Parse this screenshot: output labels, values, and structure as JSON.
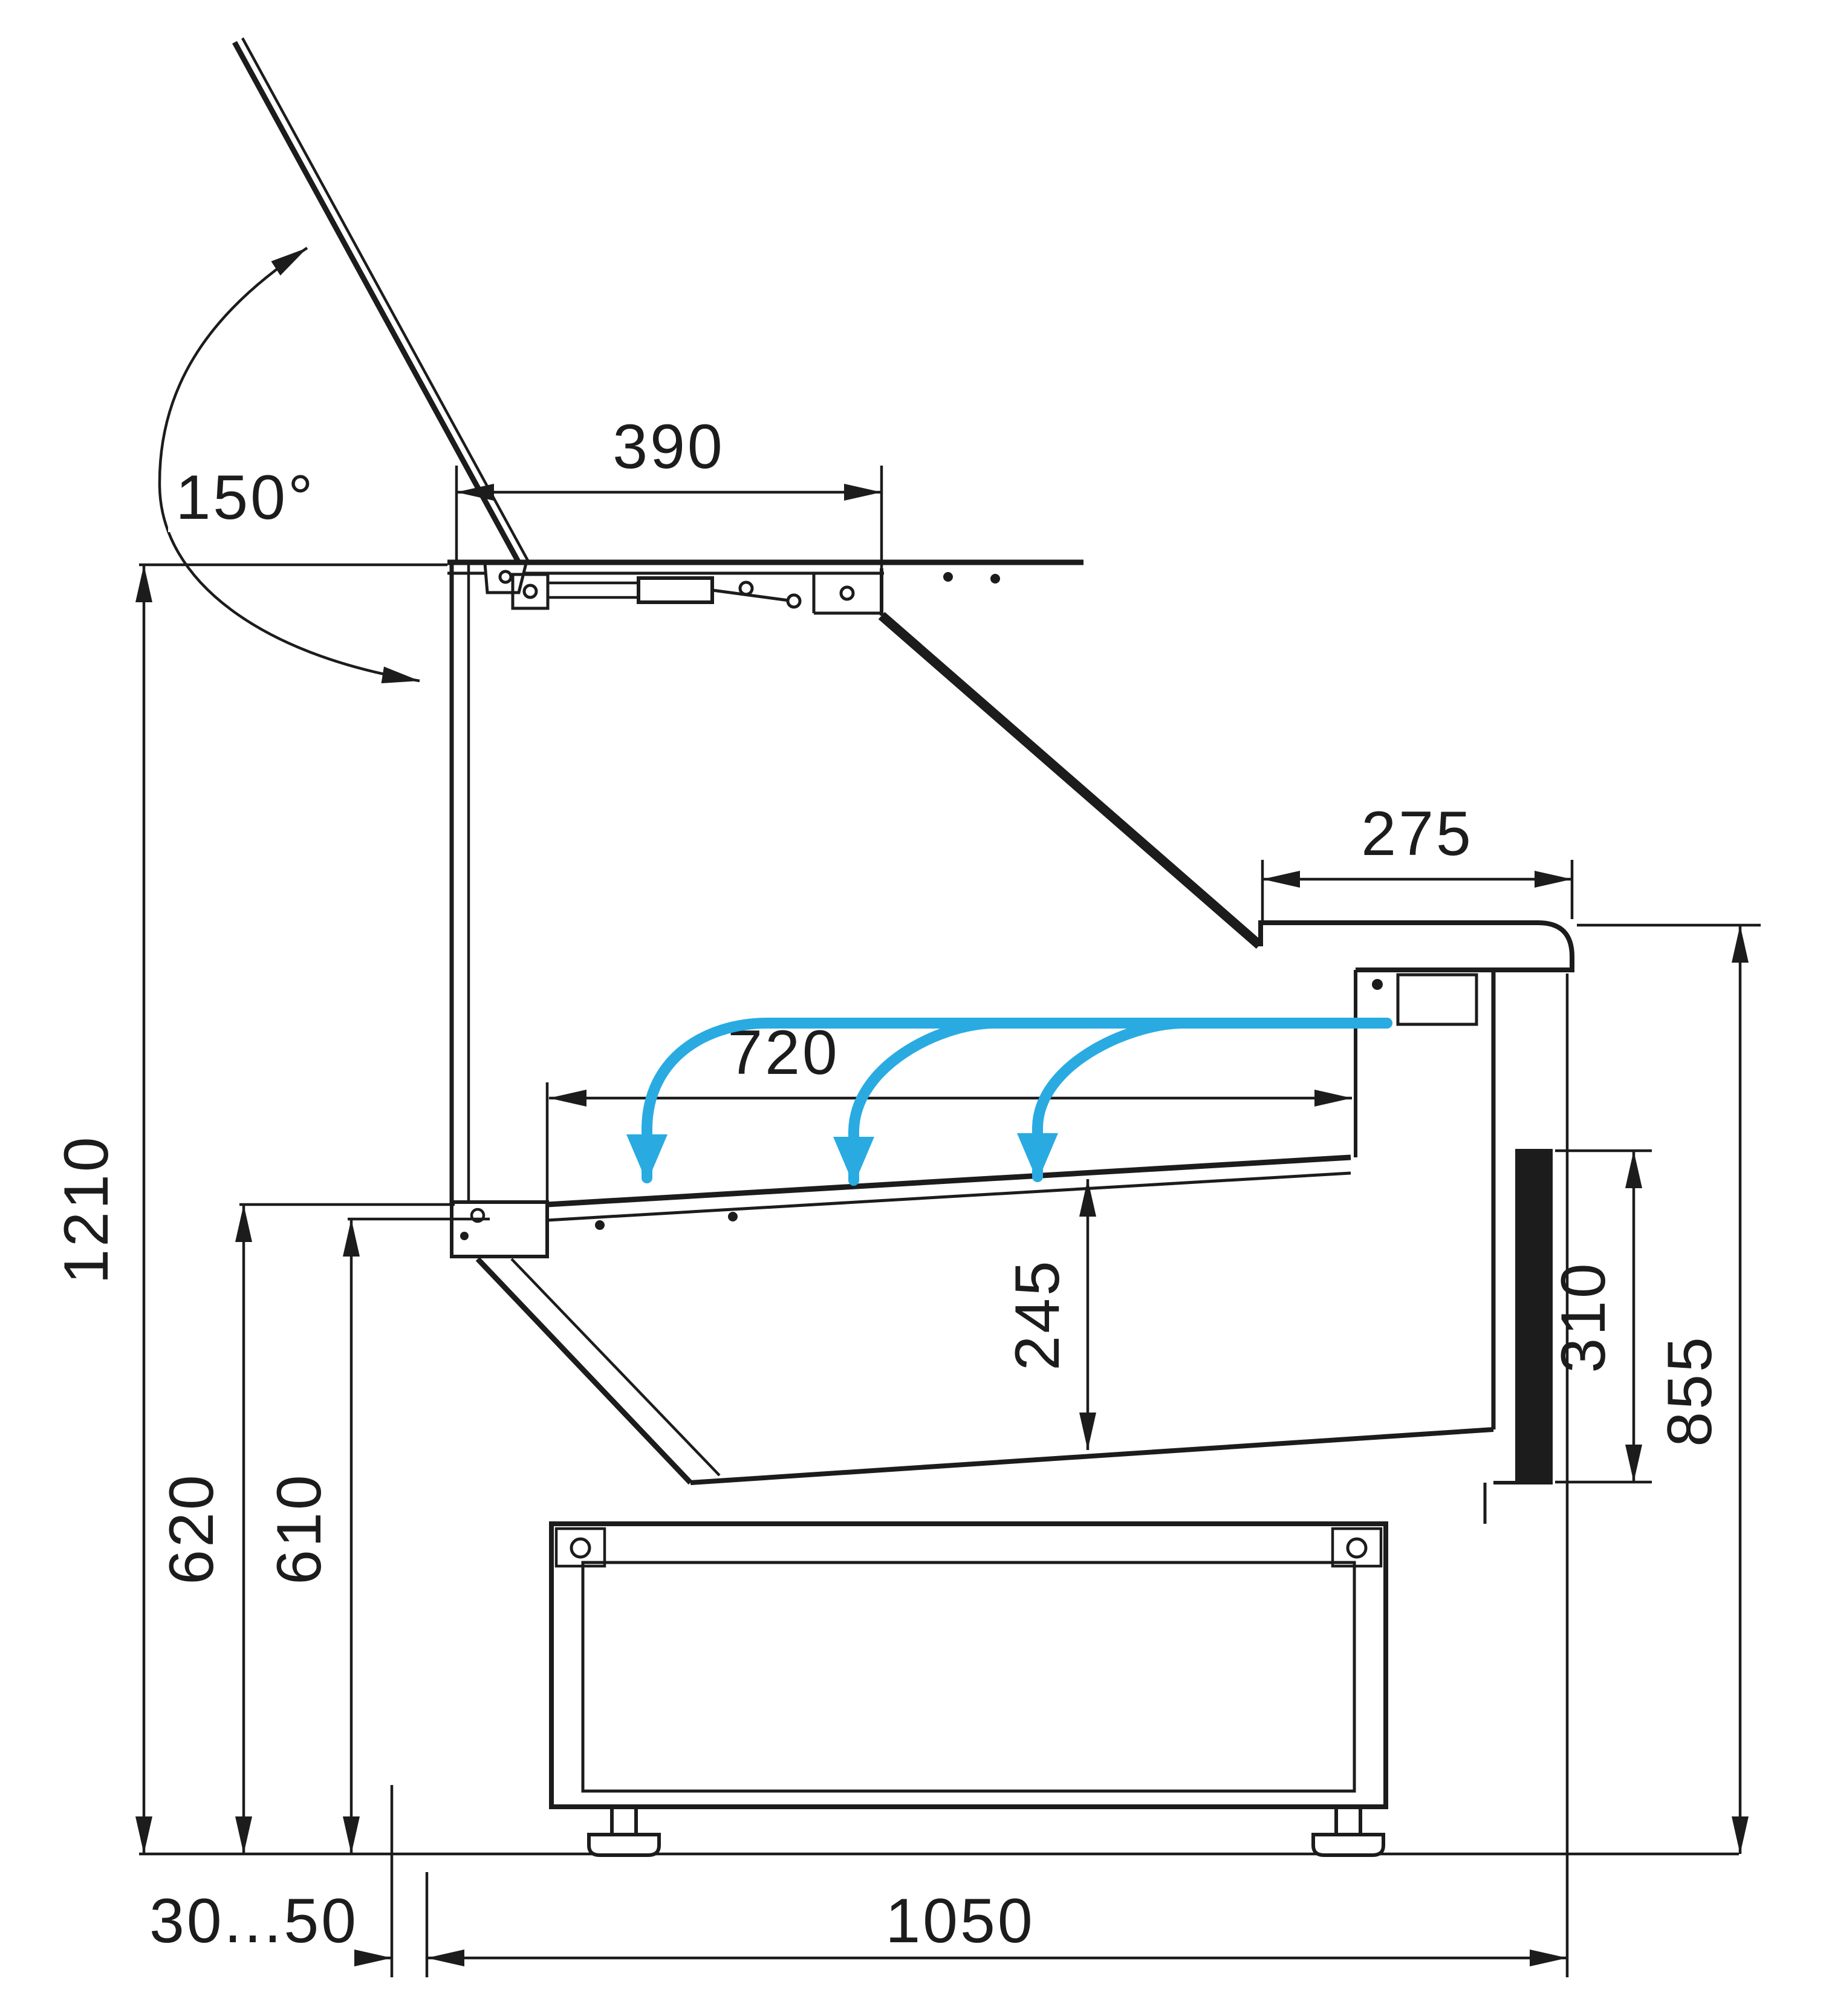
{
  "title": "Refrigerated serve-over display counter — side section technical drawing",
  "units": "mm",
  "colors": {
    "line": "#1c1c1c",
    "airflow": "#29abe2",
    "background": "#ffffff"
  },
  "dimensions": {
    "lid_angle": "150°",
    "lid_width": "390",
    "rear_shelf_depth": "275",
    "display_depth": "720",
    "overall_height": "1210",
    "front_height_outer": "620",
    "front_height_inner": "610",
    "well_height": "245",
    "rear_grille_height": "310",
    "rear_counter_height": "855",
    "floor_gap": "30...50",
    "overall_depth": "1050"
  }
}
